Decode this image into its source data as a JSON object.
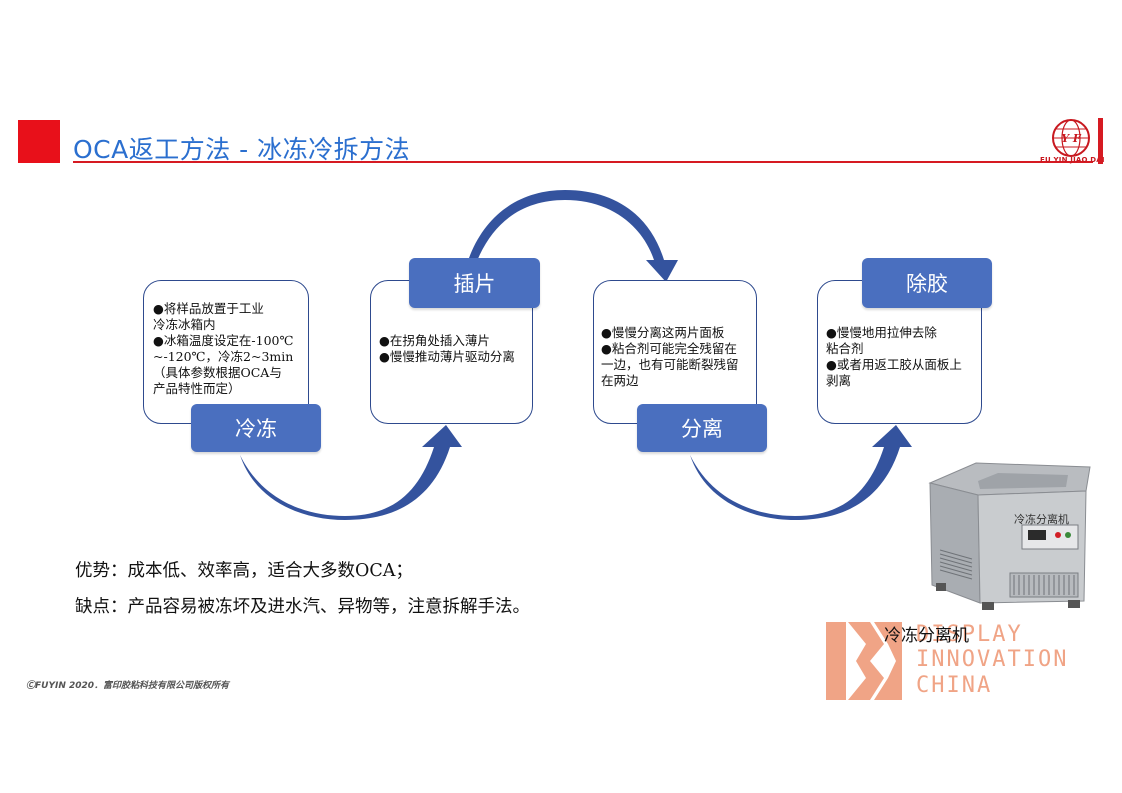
{
  "header": {
    "title": "OCA返工方法 - 冰冻冷拆方法",
    "logo_text": "FU YIN JIAO DAI",
    "logo_mark": "Y F"
  },
  "steps": [
    {
      "label": "冷冻",
      "lines": [
        "●将样品放置于工业",
        "冷冻冰箱内",
        "●冰箱温度设定在-100℃",
        "~-120℃，冷冻2~3min",
        "（具体参数根据OCA与",
        "产品特性而定）"
      ]
    },
    {
      "label": "插片",
      "lines": [
        "●在拐角处插入薄片",
        "●慢慢推动薄片驱动分离"
      ]
    },
    {
      "label": "分离",
      "lines": [
        "●慢慢分离这两片面板",
        "●粘合剂可能完全残留在",
        "一边，也有可能断裂残留",
        "在两边"
      ]
    },
    {
      "label": "除胶",
      "lines": [
        "●慢慢地用拉伸去除",
        "粘合剂",
        "●或者用返工胶从面板上",
        "剥离"
      ]
    }
  ],
  "summary": {
    "advantages": "优势：成本低、效率高，适合大多数OCA；",
    "disadvantages": "缺点：产品容易被冻坏及进水汽、异物等，注意拆解手法。"
  },
  "machine": {
    "panel_label": "冷冻分离机",
    "caption": "冷冻分离机"
  },
  "footer": {
    "copyright": "ⒸFUYIN 2020．富印胶粘科技有限公司版权所有"
  },
  "watermark": {
    "line1": "DISPLAY",
    "line2": "INNOVATION",
    "line3": "CHINA"
  },
  "colors": {
    "accent_red": "#e8101a",
    "title_blue": "#2b6fcf",
    "label_blue": "#4a6fbf",
    "arrow_blue": "#34539e",
    "box_border": "#2e4a8e",
    "watermark": "#f0a486"
  }
}
